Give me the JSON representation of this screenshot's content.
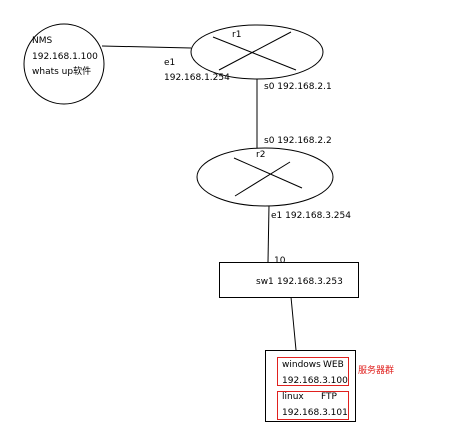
{
  "colors": {
    "line": "#000000",
    "highlight": "#e0201e",
    "background": "#ffffff"
  },
  "nodes": {
    "nms": {
      "name": "NMS",
      "ip": "192.168.1.100",
      "software": "whats up软件"
    },
    "r1": {
      "name": "r1",
      "e1_port": "e1",
      "e1_ip": "192.168.1.254",
      "s0_label": "s0  192.168.2.1"
    },
    "r2": {
      "name": "r2",
      "s0_label": "s0 192.168.2.2",
      "e1_label": "e1   192.168.3.254"
    },
    "sw1": {
      "name": "sw1",
      "ip": "192.168.3.253",
      "port": "10"
    },
    "servers": {
      "group_label": "服务器群",
      "windows": {
        "name": "windows",
        "service": "WEB",
        "ip": "192.168.3.100"
      },
      "linux": {
        "name": "linux",
        "service": "FTP",
        "ip": "192.168.3.101"
      }
    }
  }
}
